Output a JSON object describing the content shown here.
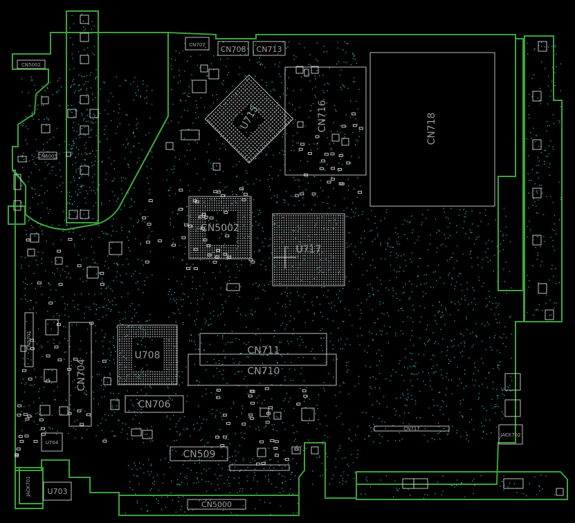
{
  "board": {
    "colors": {
      "background": "#000000",
      "outline": "#3aa63a",
      "silkscreen": "#bfbfbf",
      "via": "#2ea5a0",
      "bga": "#8a8a8a"
    }
  },
  "components": {
    "cn707": "CN707",
    "cn708": "CN708",
    "cn713": "CN713",
    "cn5002": "CN5002",
    "cn6005": "CN6005",
    "u715": "U715",
    "cn716": "CN716",
    "cn718": "CN718",
    "cn5002_mid": "CN5002",
    "u717": "U717",
    "cn5701": "CN5701",
    "u708": "U708",
    "cn704": "CN704",
    "cn711": "CN711",
    "cn710": "CN710",
    "cn706": "CN706",
    "cn509": "CN509",
    "u704": "U704",
    "jack701": "JACK701",
    "u703": "U703",
    "cn5000": "CN5000",
    "cn717": "CN717",
    "jack702": "JACK702"
  }
}
